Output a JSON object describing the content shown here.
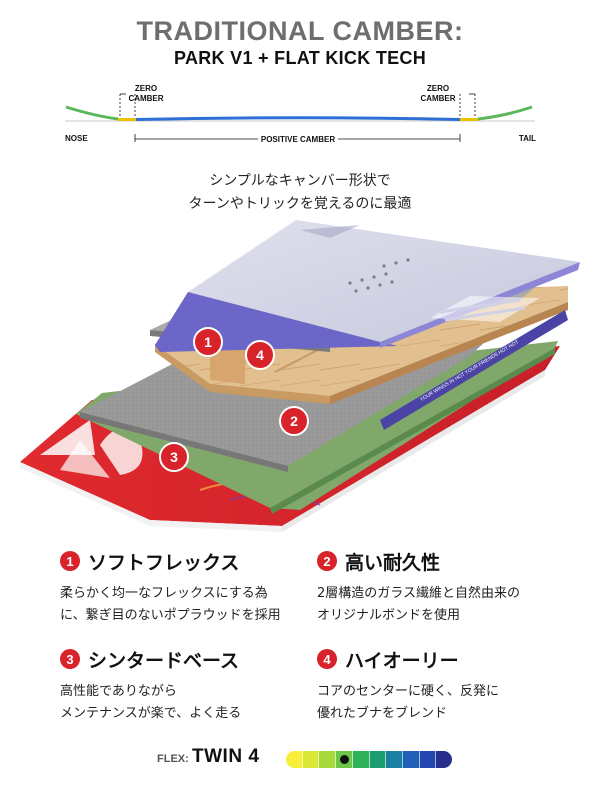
{
  "header": {
    "title": "TRADITIONAL CAMBER:",
    "subtitle": "PARK V1 + FLAT KICK TECH"
  },
  "profile": {
    "zero_camber_left": [
      "ZERO",
      "CAMBER"
    ],
    "zero_camber_right": [
      "ZERO",
      "CAMBER"
    ],
    "nose": "NOSE",
    "tail": "TAIL",
    "positive_camber": "POSITIVE CAMBER",
    "colors": {
      "nose_tip": "#5cb85c",
      "flat": "#e8c400",
      "camber": "#2f6fd6"
    }
  },
  "tagline": {
    "line1": "シンプルなキャンバー形状で",
    "line2": "ターンやトリックを覚えるのに最適"
  },
  "diagram": {
    "markers": [
      "1",
      "4",
      "2",
      "3"
    ],
    "sidewall_text": "YOUR WINGS IN HOT YOUR FRIENDS HOT HOT"
  },
  "features": [
    {
      "num": "1",
      "title": "ソフトフレックス",
      "line1": "柔らかく均一なフレックスにする為",
      "line2": "に、繋ぎ目のないポプラウッドを採用"
    },
    {
      "num": "2",
      "title": "高い耐久性",
      "line1": "2層構造のガラス繊維と自然由来の",
      "line2": "オリジナルボンドを使用"
    },
    {
      "num": "3",
      "title": "シンタードベース",
      "line1": "高性能でありながら",
      "line2": "メンテナンスが楽で、よく走る"
    },
    {
      "num": "4",
      "title": "ハイオーリー",
      "line1": "コアのセンターに硬く、反発に",
      "line2": "優れたブナをブレンド"
    }
  ],
  "flex": {
    "label": "FLEX:",
    "value": "TWIN  4",
    "rating": 4,
    "scale_max": 10,
    "colors": [
      "#f7ef3c",
      "#d9e834",
      "#a8d93a",
      "#6cc64a",
      "#2fb15a",
      "#1d9c73",
      "#1a7fa0",
      "#1f5fb9",
      "#2247b0",
      "#262f8c"
    ]
  }
}
